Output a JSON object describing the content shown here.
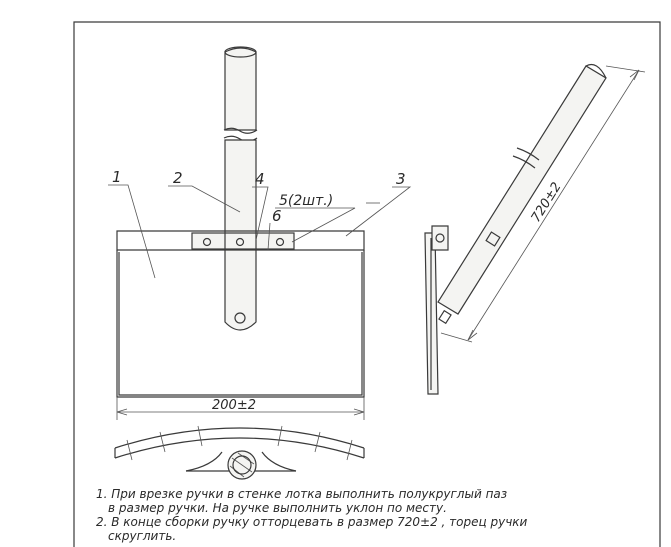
{
  "labels": {
    "part1": "1",
    "part2": "2",
    "part3": "3",
    "part4": "4",
    "part5": "5(2шт.)",
    "part6": "6",
    "width_dim": "200±2",
    "length_dim": "720±2"
  },
  "notes": {
    "line1": "1. При врезке ручки в стенке лотка выполнить полукруглый паз",
    "line2": "в размер ручки. На ручке выполнить уклон по месту.",
    "line3": "2. В конце сборки ручку отторцевать в размер 720±2 , торец ручки",
    "line4": "скруглить."
  }
}
